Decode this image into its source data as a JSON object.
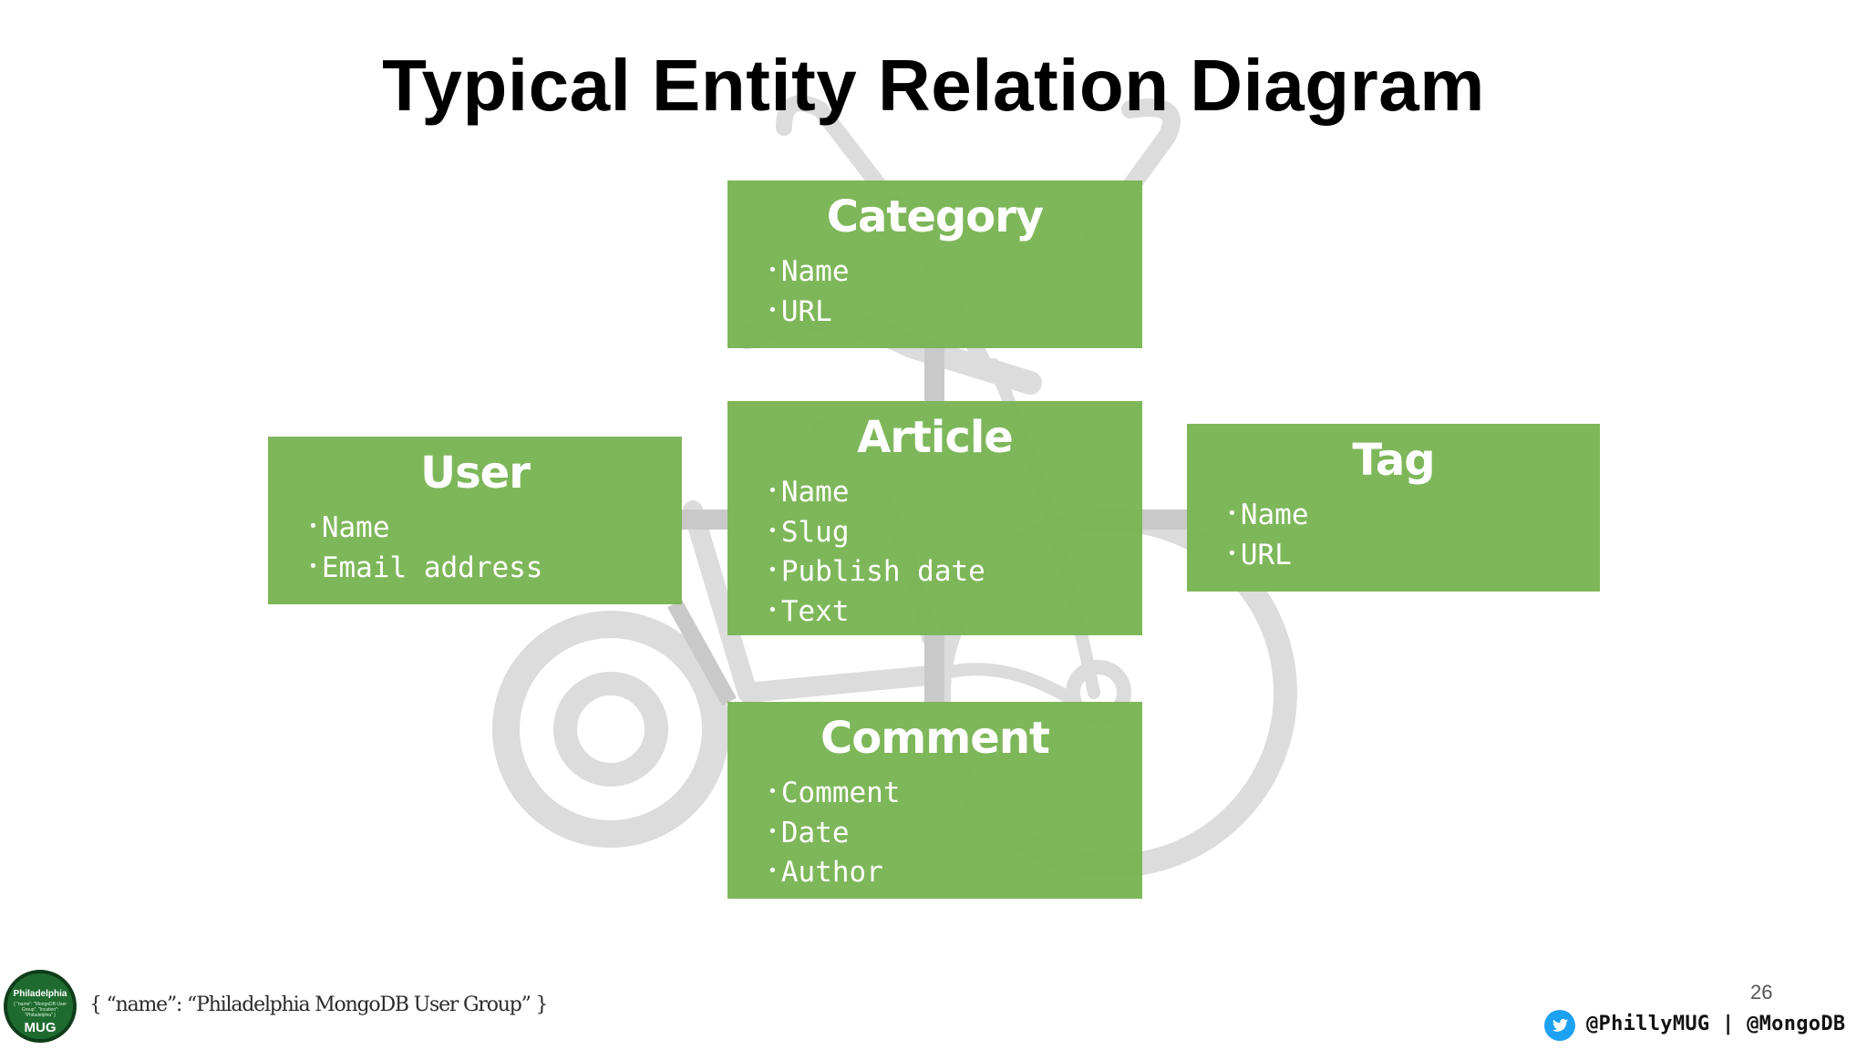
{
  "slide": {
    "title": "Typical Entity Relation Diagram",
    "page_number": "26"
  },
  "entities": {
    "category": {
      "name": "Category",
      "attributes": [
        "Name",
        "URL"
      ]
    },
    "article": {
      "name": "Article",
      "attributes": [
        "Name",
        "Slug",
        "Publish date",
        "Text"
      ]
    },
    "user": {
      "name": "User",
      "attributes": [
        "Name",
        "Email address"
      ]
    },
    "tag": {
      "name": "Tag",
      "attributes": [
        "Name",
        "URL"
      ]
    },
    "comment": {
      "name": "Comment",
      "attributes": [
        "Comment",
        "Date",
        "Author"
      ]
    }
  },
  "footer": {
    "logo": {
      "top": "Philadelphia",
      "middle": "{ \"name\": \"MongoDB User Group\", \"location\": \"Philadelphia\" }",
      "bottom": "MUG"
    },
    "group_name": "{ “name”: “Philadelphia MongoDB User Group” }",
    "social_handles": "@PhillyMUG | @MongoDB",
    "social_icon": "twitter-bird-icon"
  },
  "colors": {
    "entity_fill": "#7ab555",
    "entity_text": "#ffffff",
    "connector": "#c9c9c9",
    "background_art": "#d9d9d9",
    "twitter_blue": "#1da1f2"
  }
}
